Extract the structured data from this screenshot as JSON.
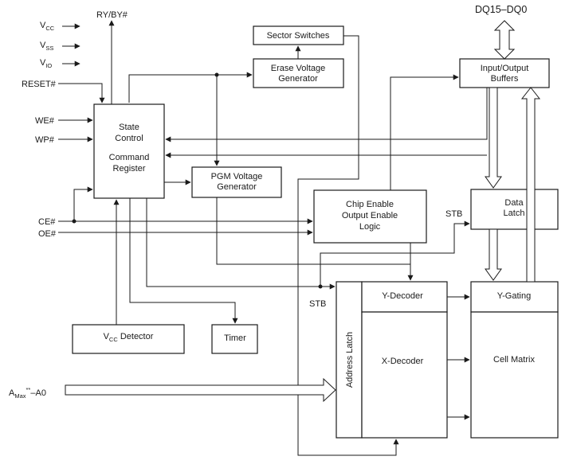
{
  "blocks": {
    "state_control": {
      "line1": "State",
      "line2": "Control",
      "line3": "Command",
      "line4": "Register"
    },
    "sector_switches": "Sector Switches",
    "erase_voltage": {
      "line1": "Erase Voltage",
      "line2": "Generator"
    },
    "pgm_voltage": {
      "line1": "PGM Voltage",
      "line2": "Generator"
    },
    "io_buffers": {
      "line1": "Input/Output",
      "line2": "Buffers"
    },
    "chip_enable": {
      "line1": "Chip Enable",
      "line2": "Output Enable",
      "line3": "Logic"
    },
    "data_latch": {
      "line1": "Data",
      "line2": "Latch"
    },
    "vcc_detector": {
      "main": "V",
      "sub": "CC",
      "rest": " Detector"
    },
    "timer": "Timer",
    "address_latch": "Address Latch",
    "y_decoder": "Y-Decoder",
    "x_decoder": "X-Decoder",
    "y_gating": "Y-Gating",
    "cell_matrix": "Cell Matrix"
  },
  "signals": {
    "vcc": {
      "main": "V",
      "sub": "CC"
    },
    "vss": {
      "main": "V",
      "sub": "SS"
    },
    "vio": {
      "main": "V",
      "sub": "IO"
    },
    "reset": "RESET#",
    "we": "WE#",
    "wp": "WP#",
    "ce": "CE#",
    "oe": "OE#",
    "ry_by": "RY/BY#",
    "dq": "DQ15–DQ0",
    "stb_data": "STB",
    "stb_addr": "STB",
    "address": {
      "main": "A",
      "sub": "Max",
      "sup": "**",
      "rest": "–A0"
    }
  }
}
